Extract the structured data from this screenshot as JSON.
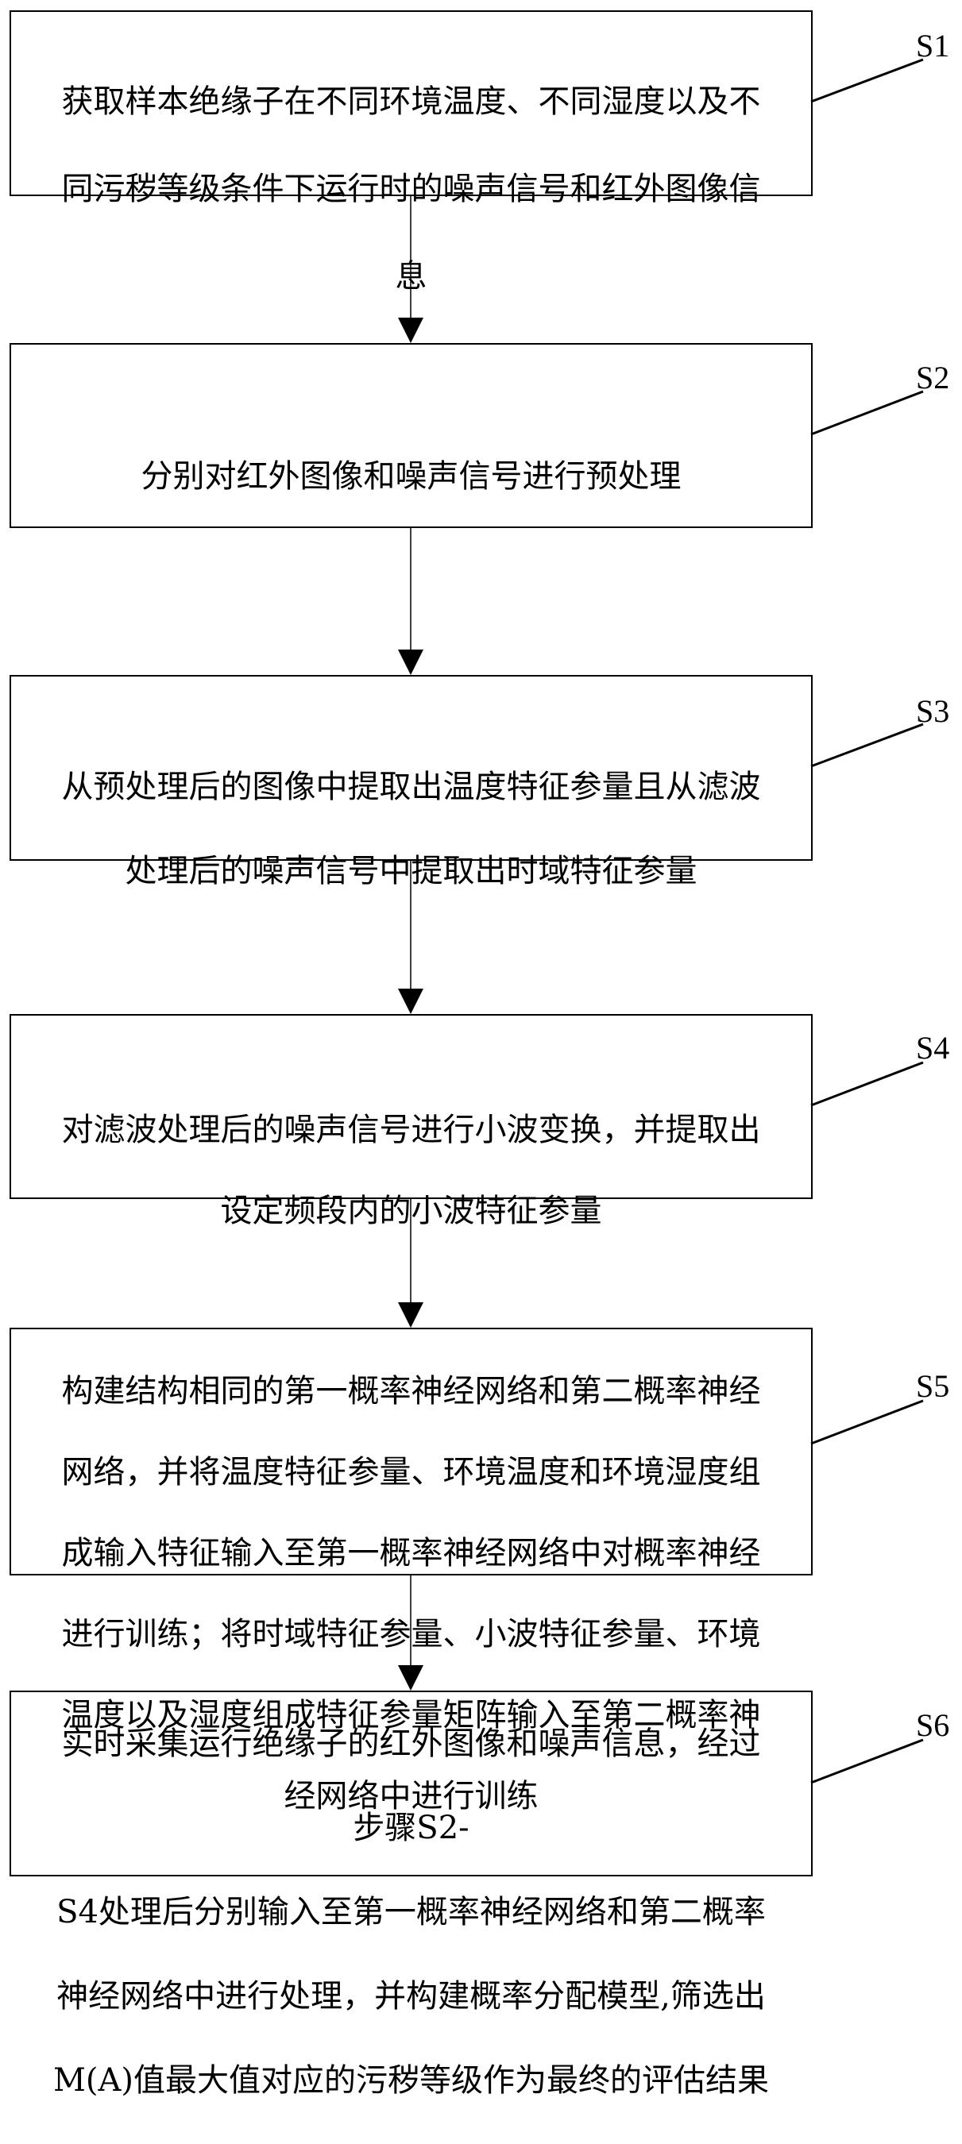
{
  "flowchart": {
    "steps": [
      {
        "label": "S1",
        "lines": [
          "获取样本绝缘子在不同环境温度、不同湿度以及不",
          "同污秽等级条件下运行时的噪声信号和红外图像信",
          "息"
        ]
      },
      {
        "label": "S2",
        "lines": [
          "分别对红外图像和噪声信号进行预处理"
        ]
      },
      {
        "label": "S3",
        "lines": [
          "从预处理后的图像中提取出温度特征参量且从滤波",
          "处理后的噪声信号中提取出时域特征参量"
        ]
      },
      {
        "label": "S4",
        "lines": [
          "对滤波处理后的噪声信号进行小波变换，并提取出",
          "设定频段内的小波特征参量"
        ]
      },
      {
        "label": "S5",
        "lines": [
          "构建结构相同的第一概率神经网络和第二概率神经",
          "网络，并将温度特征参量、环境温度和环境湿度组",
          "成输入特征输入至第一概率神经网络中对概率神经",
          "进行训练；将时域特征参量、小波特征参量、环境",
          "温度以及湿度组成特征参量矩阵输入至第二概率神",
          "经网络中进行训练"
        ]
      },
      {
        "label": "S6",
        "lines": [
          "实时采集运行绝缘子的红外图像和噪声信息，经过",
          "步骤S2-",
          "S4处理后分别输入至第一概率神经网络和第二概率",
          "神经网络中进行处理，并构建概率分配模型,筛选出",
          "M(A)值最大值对应的污秽等级作为最终的评估结果"
        ]
      }
    ],
    "colors": {
      "line": "#000000",
      "background": "#ffffff",
      "text": "#000000"
    }
  }
}
